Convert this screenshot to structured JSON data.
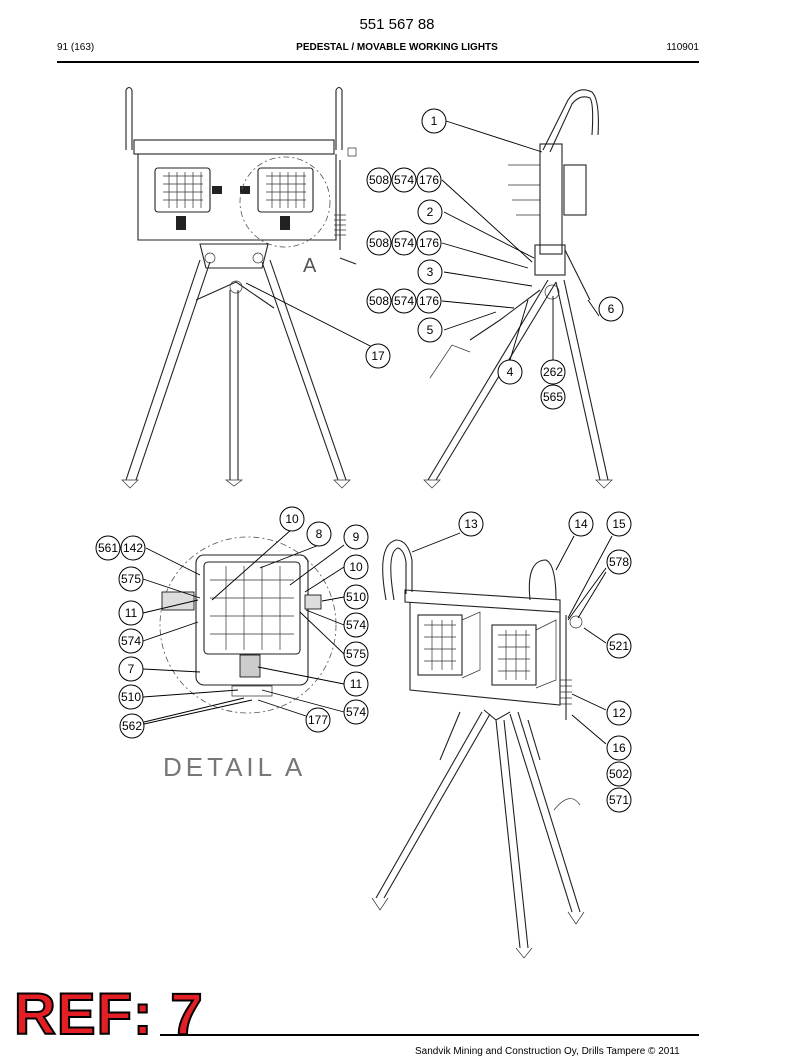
{
  "header": {
    "doc_number": "551 567 88",
    "page": "91 (163)",
    "title": "PEDESTAL / MOVABLE WORKING LIGHTS",
    "date_code": "110901"
  },
  "drawing": {
    "section_label": "A",
    "detail_label": "DETAIL  A",
    "callouts": {
      "front_view": [
        "17"
      ],
      "side_view": [
        "1",
        "508",
        "574",
        "176",
        "2",
        "508",
        "574",
        "176",
        "3",
        "508",
        "574",
        "176",
        "5",
        "4",
        "262",
        "565",
        "6"
      ],
      "detail_a": [
        "10",
        "8",
        "9",
        "561",
        "142",
        "575",
        "10",
        "510",
        "11",
        "574",
        "574",
        "575",
        "7",
        "11",
        "510",
        "574",
        "562",
        "177"
      ],
      "iso_view": [
        "13",
        "14",
        "15",
        "578",
        "521",
        "12",
        "16",
        "502",
        "571"
      ]
    }
  },
  "stamp": {
    "text": "REF: 7",
    "color": "#e31e24"
  },
  "footer": {
    "copyright": "Sandvik Mining and Construction Oy, Drills Tampere © 2011"
  }
}
